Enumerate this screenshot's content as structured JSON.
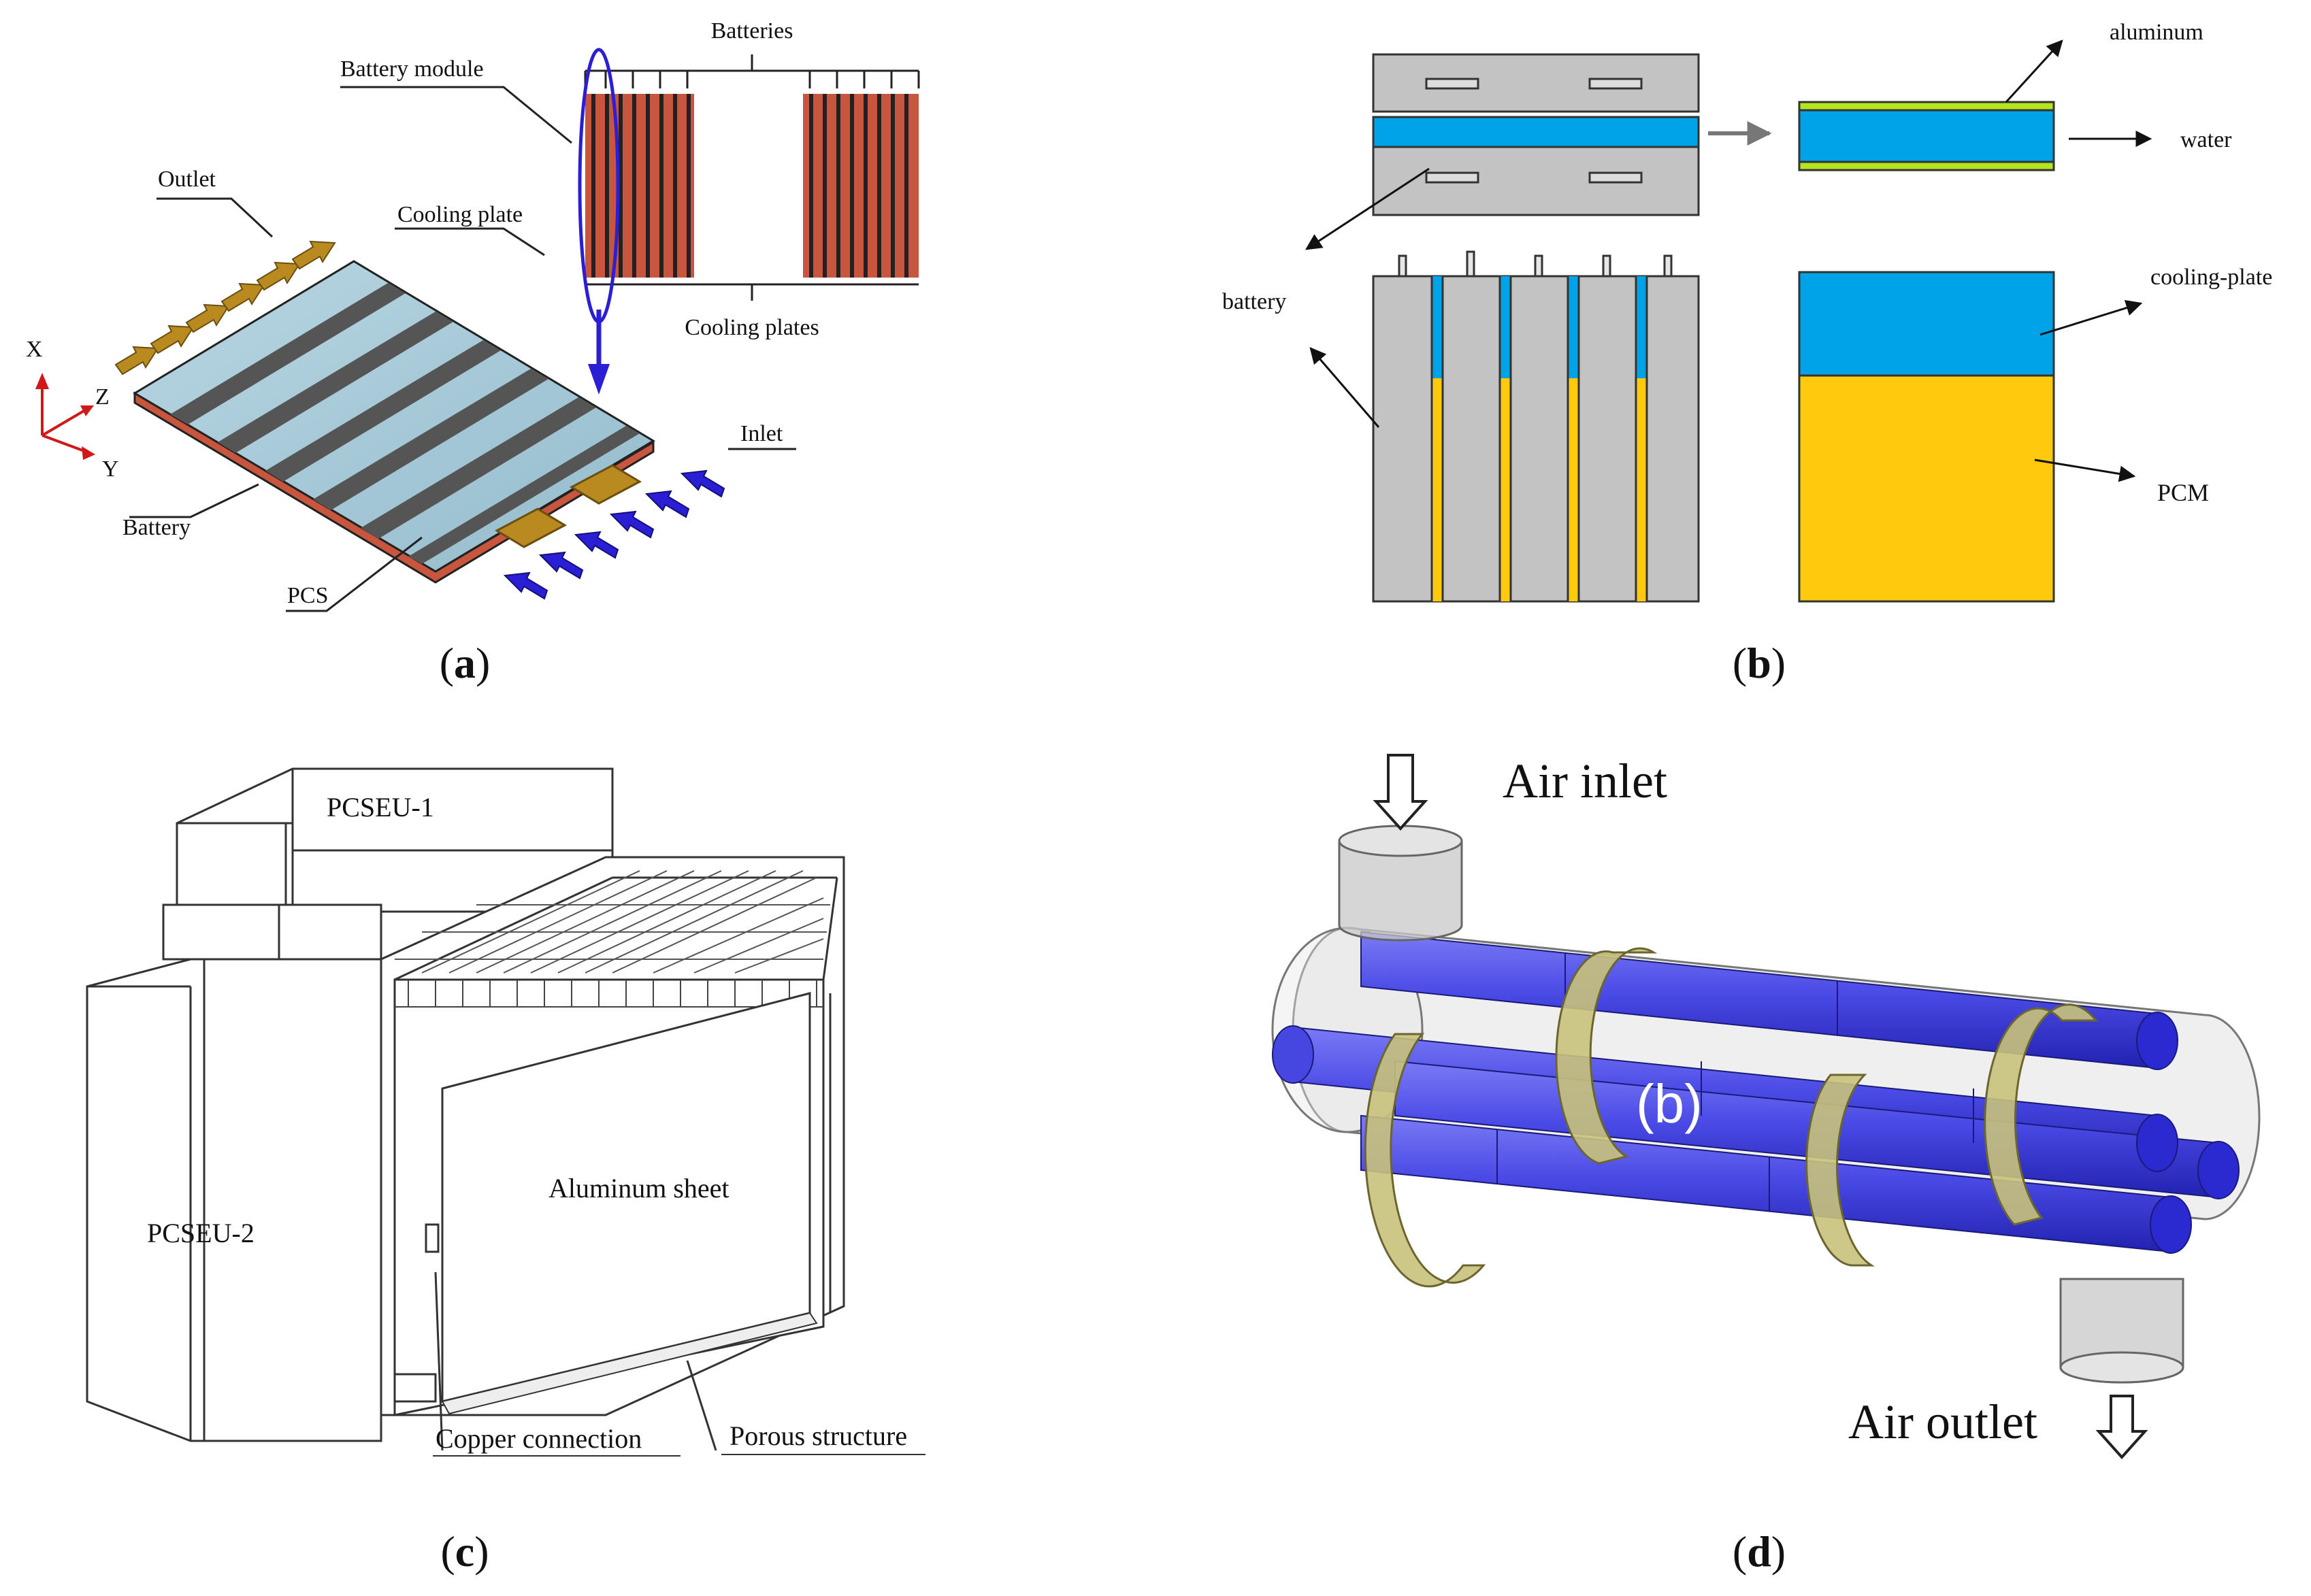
{
  "panels": {
    "a": {
      "caption_letter": "a",
      "labels": {
        "batteries": "Batteries",
        "battery_module": "Battery module",
        "outlet": "Outlet",
        "cooling_plate": "Cooling plate",
        "cooling_plates": "Cooling plates",
        "inlet": "Inlet",
        "battery": "Battery",
        "pcs": "PCS",
        "axis_x": "X",
        "axis_y": "Y",
        "axis_z": "Z"
      }
    },
    "b": {
      "caption_letter": "b",
      "labels": {
        "aluminum": "aluminum",
        "water": "water",
        "battery": "battery",
        "cooling_plate": "cooling-plate",
        "pcm": "PCM"
      }
    },
    "c": {
      "caption_letter": "c",
      "labels": {
        "pcseu1": "PCSEU-1",
        "pcseu2": "PCSEU-2",
        "aluminum_sheet": "Aluminum sheet",
        "copper_connection": "Copper connection",
        "porous_structure": "Porous structure"
      }
    },
    "d": {
      "caption_letter": "d",
      "labels": {
        "air_inlet": "Air inlet",
        "air_outlet": "Air outlet",
        "sub_label": "(b)"
      }
    }
  },
  "colors": {
    "cell_red": "#c8553d",
    "plate_blue": "#a7c9d8",
    "water_blue": "#00a2e8",
    "pcm_yellow": "#ffc90e",
    "aluminum_green": "#b5e61d",
    "battery_gray": "#c3c3c3",
    "arrow_blue": "#2b1fd6",
    "arrow_gold": "#b98a1f",
    "tube_blue": "#4646e0",
    "baffle_olive": "#c8c27a"
  }
}
